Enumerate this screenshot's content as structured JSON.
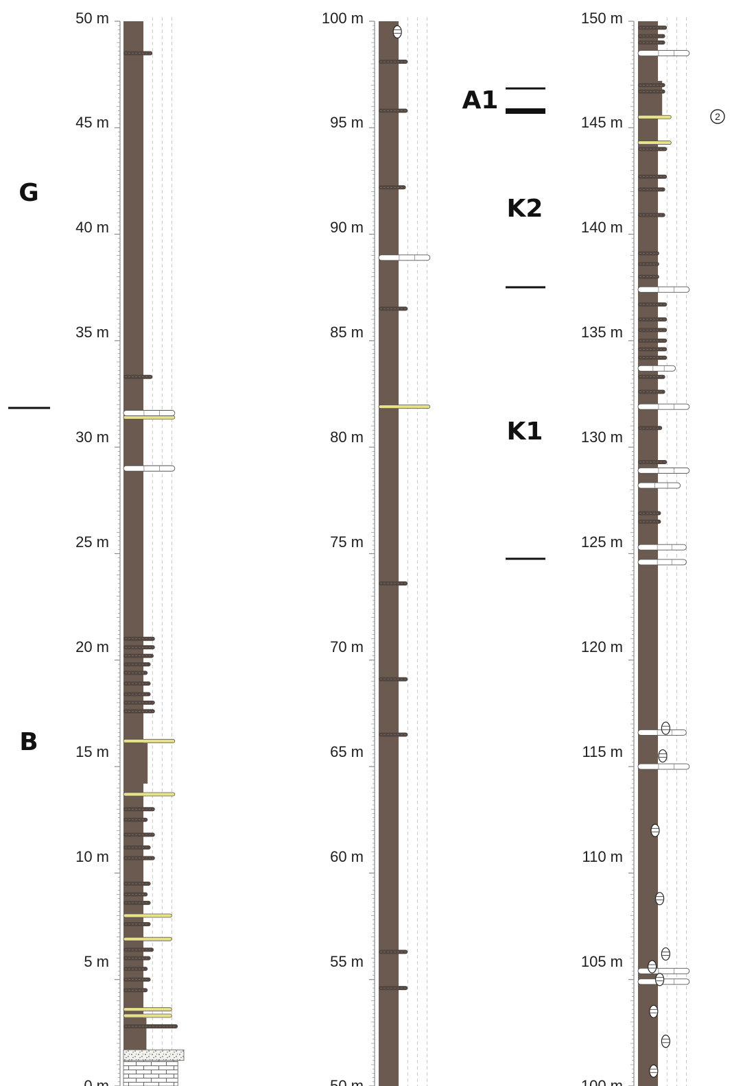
{
  "columns": [
    {
      "id": "col-1",
      "depth_labels": [
        "0 m",
        "5 m",
        "10 m",
        "15 m",
        "20 m",
        "25 m",
        "30 m",
        "35 m",
        "40 m",
        "45 m",
        "50 m"
      ],
      "beds": [
        {
          "from": 0.0,
          "to": 1.2,
          "kind": "limestone",
          "width": 0.9
        },
        {
          "from": 1.2,
          "to": 1.7,
          "kind": "gravel",
          "width": 1.0
        },
        {
          "from": 1.7,
          "to": 3.2,
          "kind": "mudstone",
          "width": 0.38
        },
        {
          "from": 3.2,
          "to": 16.1,
          "kind": "mudstone",
          "width": 0.33
        },
        {
          "from": 14.2,
          "to": 16.1,
          "kind": "mudstone",
          "width": 0.4
        },
        {
          "from": 16.1,
          "to": 50.0,
          "kind": "mudstone",
          "width": 0.33
        }
      ],
      "stringers": [
        {
          "at": 2.8,
          "kind": "mud",
          "width": 0.9
        },
        {
          "at": 3.3,
          "kind": "yellow",
          "width": 0.8
        },
        {
          "at": 3.6,
          "kind": "yellow",
          "width": 0.8
        },
        {
          "at": 4.5,
          "kind": "mud",
          "width": 0.4
        },
        {
          "at": 5.0,
          "kind": "mud",
          "width": 0.45
        },
        {
          "at": 5.5,
          "kind": "mud",
          "width": 0.4
        },
        {
          "at": 6.0,
          "kind": "mud",
          "width": 0.45
        },
        {
          "at": 6.4,
          "kind": "mud",
          "width": 0.5
        },
        {
          "at": 6.9,
          "kind": "yellow",
          "width": 0.8
        },
        {
          "at": 7.6,
          "kind": "mud",
          "width": 0.45
        },
        {
          "at": 8.0,
          "kind": "yellow",
          "width": 0.8
        },
        {
          "at": 8.6,
          "kind": "mud",
          "width": 0.45
        },
        {
          "at": 9.0,
          "kind": "mud",
          "width": 0.4
        },
        {
          "at": 9.5,
          "kind": "mud",
          "width": 0.45
        },
        {
          "at": 10.7,
          "kind": "mud",
          "width": 0.52
        },
        {
          "at": 11.2,
          "kind": "mud",
          "width": 0.45
        },
        {
          "at": 11.8,
          "kind": "mud",
          "width": 0.52
        },
        {
          "at": 12.5,
          "kind": "mud",
          "width": 0.4
        },
        {
          "at": 13.0,
          "kind": "mud",
          "width": 0.52
        },
        {
          "at": 13.7,
          "kind": "yellow",
          "width": 0.85
        },
        {
          "at": 16.2,
          "kind": "yellow",
          "width": 0.85
        },
        {
          "at": 17.6,
          "kind": "mud",
          "width": 0.52
        },
        {
          "at": 18.0,
          "kind": "mud",
          "width": 0.52
        },
        {
          "at": 18.4,
          "kind": "mud",
          "width": 0.45
        },
        {
          "at": 18.9,
          "kind": "mud",
          "width": 0.45
        },
        {
          "at": 19.4,
          "kind": "mud",
          "width": 0.4
        },
        {
          "at": 19.8,
          "kind": "mud",
          "width": 0.45
        },
        {
          "at": 20.2,
          "kind": "mud",
          "width": 0.5
        },
        {
          "at": 20.6,
          "kind": "mud",
          "width": 0.52
        },
        {
          "at": 21.0,
          "kind": "mud",
          "width": 0.52
        },
        {
          "at": 29.0,
          "kind": "white",
          "width": 0.85
        },
        {
          "at": 31.4,
          "kind": "yellow",
          "width": 0.85
        },
        {
          "at": 31.6,
          "kind": "white",
          "width": 0.85
        },
        {
          "at": 33.3,
          "kind": "mud",
          "width": 0.48
        },
        {
          "at": 48.5,
          "kind": "mud",
          "width": 0.48
        }
      ],
      "fossils": []
    },
    {
      "id": "col-2",
      "depth_labels": [
        "50 m",
        "55 m",
        "60 m",
        "65 m",
        "70 m",
        "75 m",
        "80 m",
        "85 m",
        "90 m",
        "95 m",
        "100 m"
      ],
      "beds": [
        {
          "from": 50.0,
          "to": 100.0,
          "kind": "mudstone",
          "width": 0.33
        }
      ],
      "stringers": [
        {
          "at": 54.6,
          "kind": "mud",
          "width": 0.48
        },
        {
          "at": 56.3,
          "kind": "mud",
          "width": 0.48
        },
        {
          "at": 66.5,
          "kind": "mud",
          "width": 0.48
        },
        {
          "at": 69.1,
          "kind": "mud",
          "width": 0.48
        },
        {
          "at": 73.6,
          "kind": "mud",
          "width": 0.48
        },
        {
          "at": 81.9,
          "kind": "yellow",
          "width": 0.85
        },
        {
          "at": 86.5,
          "kind": "mud",
          "width": 0.48
        },
        {
          "at": 88.9,
          "kind": "white",
          "width": 0.85
        },
        {
          "at": 92.2,
          "kind": "mud",
          "width": 0.45
        },
        {
          "at": 95.8,
          "kind": "mud",
          "width": 0.48
        },
        {
          "at": 98.1,
          "kind": "mud",
          "width": 0.48
        }
      ],
      "fossils": [
        {
          "at": 99.5,
          "offset": 0.3
        }
      ]
    },
    {
      "id": "col-3",
      "depth_labels": [
        "100 m",
        "105 m",
        "110 m",
        "115 m",
        "120 m",
        "125 m",
        "130 m",
        "135 m",
        "140 m",
        "145 m",
        "150 m"
      ],
      "beds": [
        {
          "from": 100.0,
          "to": 150.0,
          "kind": "mudstone",
          "width": 0.33
        },
        {
          "from": 145.5,
          "to": 147.2,
          "kind": "mudstone",
          "width": 0.4
        }
      ],
      "stringers": [
        {
          "at": 104.9,
          "kind": "white",
          "width": 0.85
        },
        {
          "at": 105.4,
          "kind": "white",
          "width": 0.85
        },
        {
          "at": 115.0,
          "kind": "white",
          "width": 0.85
        },
        {
          "at": 116.6,
          "kind": "white",
          "width": 0.8
        },
        {
          "at": 124.6,
          "kind": "white",
          "width": 0.8
        },
        {
          "at": 125.3,
          "kind": "white",
          "width": 0.8
        },
        {
          "at": 126.5,
          "kind": "mud",
          "width": 0.38
        },
        {
          "at": 126.9,
          "kind": "mud",
          "width": 0.38
        },
        {
          "at": 128.2,
          "kind": "white",
          "width": 0.7
        },
        {
          "at": 128.9,
          "kind": "white",
          "width": 0.85
        },
        {
          "at": 129.3,
          "kind": "mud",
          "width": 0.48
        },
        {
          "at": 130.9,
          "kind": "mud",
          "width": 0.4
        },
        {
          "at": 131.9,
          "kind": "white",
          "width": 0.85
        },
        {
          "at": 132.6,
          "kind": "mud",
          "width": 0.45
        },
        {
          "at": 133.3,
          "kind": "mud",
          "width": 0.45
        },
        {
          "at": 133.7,
          "kind": "white",
          "width": 0.62
        },
        {
          "at": 134.2,
          "kind": "mud",
          "width": 0.48
        },
        {
          "at": 134.6,
          "kind": "mud",
          "width": 0.48
        },
        {
          "at": 135.0,
          "kind": "mud",
          "width": 0.48
        },
        {
          "at": 135.5,
          "kind": "mud",
          "width": 0.48
        },
        {
          "at": 136.0,
          "kind": "mud",
          "width": 0.48
        },
        {
          "at": 136.7,
          "kind": "mud",
          "width": 0.48
        },
        {
          "at": 137.4,
          "kind": "white",
          "width": 0.85
        },
        {
          "at": 138.0,
          "kind": "mud",
          "width": 0.35
        },
        {
          "at": 138.6,
          "kind": "mud",
          "width": 0.35
        },
        {
          "at": 139.1,
          "kind": "mud",
          "width": 0.35
        },
        {
          "at": 140.9,
          "kind": "mud",
          "width": 0.45
        },
        {
          "at": 142.1,
          "kind": "mud",
          "width": 0.45
        },
        {
          "at": 142.7,
          "kind": "mud",
          "width": 0.48
        },
        {
          "at": 144.0,
          "kind": "mud",
          "width": 0.48
        },
        {
          "at": 144.3,
          "kind": "yellow",
          "width": 0.55
        },
        {
          "at": 145.5,
          "kind": "yellow",
          "width": 0.55
        },
        {
          "at": 146.7,
          "kind": "mud",
          "width": 0.45
        },
        {
          "at": 147.0,
          "kind": "mud",
          "width": 0.45
        },
        {
          "at": 148.5,
          "kind": "white",
          "width": 0.85
        },
        {
          "at": 149.0,
          "kind": "mud",
          "width": 0.45
        },
        {
          "at": 149.3,
          "kind": "mud",
          "width": 0.45
        },
        {
          "at": 149.7,
          "kind": "mud",
          "width": 0.48
        }
      ],
      "fossils": [
        {
          "at": 100.7,
          "offset": 0.2
        },
        {
          "at": 102.1,
          "offset": 0.6
        },
        {
          "at": 103.5,
          "offset": 0.2
        },
        {
          "at": 105.0,
          "offset": 0.4
        },
        {
          "at": 105.6,
          "offset": 0.15
        },
        {
          "at": 106.2,
          "offset": 0.6
        },
        {
          "at": 108.8,
          "offset": 0.4
        },
        {
          "at": 112.0,
          "offset": 0.25
        },
        {
          "at": 115.5,
          "offset": 0.5
        },
        {
          "at": 116.8,
          "offset": 0.6
        }
      ]
    }
  ],
  "unit_labels": [
    {
      "text": "G",
      "name": "unit-label-g"
    },
    {
      "text": "B",
      "name": "unit-label-b"
    },
    {
      "text": "A1",
      "name": "unit-label-a1"
    },
    {
      "text": "K2",
      "name": "unit-label-k2"
    },
    {
      "text": "K1",
      "name": "unit-label-k1"
    }
  ],
  "circled_marker": "2",
  "colors": {
    "mudstone": "#6b5a4f",
    "mud_stringer": "#514640",
    "yellow": "#e8e38a",
    "axis": "#8a8a8a",
    "guide": "#b9b9b9",
    "text": "#1e1e1e"
  }
}
